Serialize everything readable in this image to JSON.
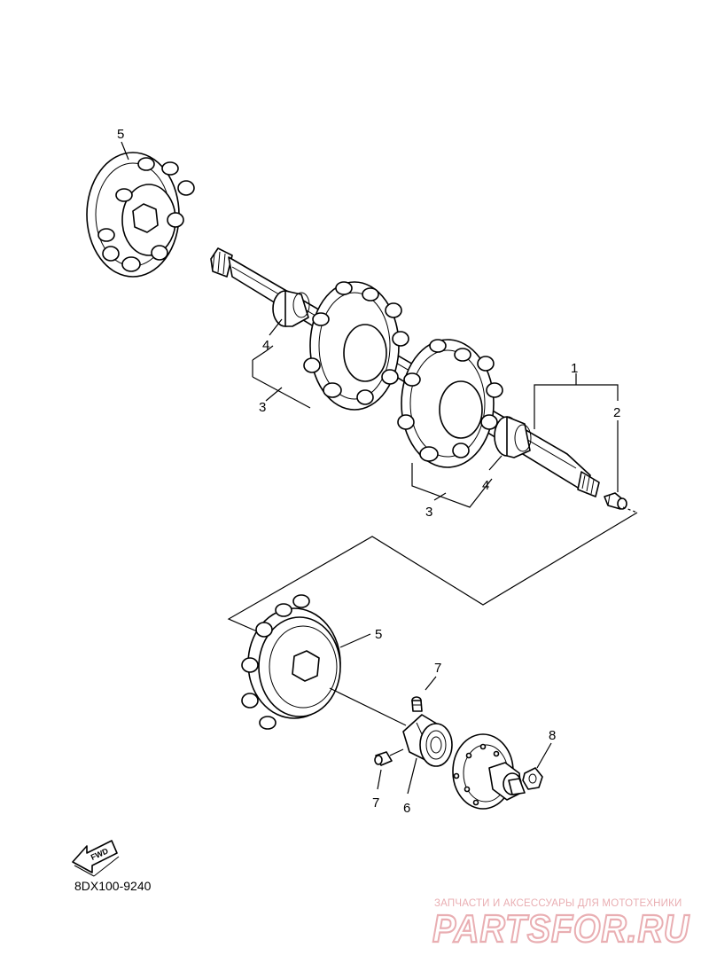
{
  "labels": {
    "top_sprocket": "5",
    "shaft": "1",
    "plug": "2",
    "sprocket_left_group": "3",
    "spacer_left": "4",
    "sprocket_right_group": "3",
    "spacer_right": "4",
    "lower_sprocket": "5",
    "screw_upper": "7",
    "screw_lower": "7",
    "bearing": "6",
    "nut": "8"
  },
  "fwd_mark": "FWD",
  "diagram_code": "8DX100-9240",
  "watermark": {
    "tagline": "ЗАПЧАСТИ И АКСЕССУАРЫ ДЛЯ МОТОТЕХНИКИ",
    "brand": "PARTSFOR.RU",
    "color": "#e9aeb2"
  }
}
